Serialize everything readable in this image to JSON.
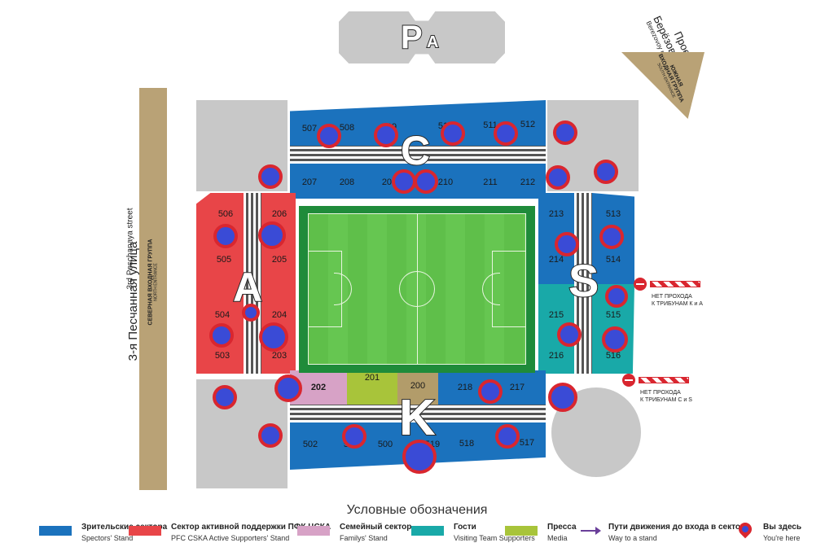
{
  "parking": {
    "letter": "P",
    "sub": "A"
  },
  "street_left": {
    "line1": "3-я Песчанная улица",
    "line2": "3rd Peschanaya street"
  },
  "north_entrance": {
    "line1": "СЕВЕРНАЯ ВХОДНАЯ ГРУППА",
    "line2": "NORTH ENTRANCE"
  },
  "passage": {
    "line1": "Проезд",
    "line2": "Берёзовой рощи",
    "line3": "Berezovoy roshchi passage"
  },
  "south_entrance": {
    "line1": "ЮЖНАЯ",
    "line2": "ВХОДНАЯ ГРУППА",
    "line3": "SOUTH ENTRANCE"
  },
  "stands": {
    "C": "C",
    "A": "A",
    "S": "S",
    "K": "K"
  },
  "sectors": {
    "s507": "507",
    "s508": "508",
    "s509": "509",
    "s510": "510",
    "s511": "511",
    "s512": "512",
    "s207": "207",
    "s208": "208",
    "s209": "209",
    "s210": "210",
    "s211": "211",
    "s212": "212",
    "s506": "506",
    "s505": "505",
    "s504": "504",
    "s503": "503",
    "s206": "206",
    "s205": "205",
    "s204": "204",
    "s203": "203",
    "s213": "213",
    "s214": "214",
    "s215": "215",
    "s216": "216",
    "s513": "513",
    "s514": "514",
    "s515": "515",
    "s516": "516",
    "s202": "202",
    "s201": "201",
    "s200": "200",
    "s218": "218",
    "s217": "217",
    "s502": "502",
    "s501": "501",
    "s500": "500",
    "s519": "519",
    "s518": "518",
    "s517": "517"
  },
  "no_pass_1": {
    "line1": "НЕТ ПРОХОДА",
    "line2": "К ТРИБУНАМ К и А"
  },
  "no_pass_2": {
    "line1": "НЕТ ПРОХОДА",
    "line2": "К ТРИБУНАМ С и S"
  },
  "legend": {
    "title": "Условные обозначения",
    "items": [
      {
        "ru": "Зрительские сектора",
        "en": "Spectors' Stand",
        "color": "#1b72bd"
      },
      {
        "ru": "Сектор активной поддержки ПФК ЦСКА",
        "en": "PFC CSKA Active Supporters' Stand",
        "color": "#e84548"
      },
      {
        "ru": "Семейный сектор",
        "en": "Familys' Stand",
        "color": "#d7a2c6"
      },
      {
        "ru": "Гости",
        "en": "Visiting Team Supporters",
        "color": "#19a9a8"
      },
      {
        "ru": "Пресса",
        "en": "Media",
        "color": "#a8c43a"
      },
      {
        "ru": "Пути движения до входа в сектор",
        "en": "Way to a stand",
        "color": "#6a3f9a"
      },
      {
        "ru": "Вы здесь",
        "en": "You're here",
        "color": "#d9262f"
      }
    ]
  }
}
